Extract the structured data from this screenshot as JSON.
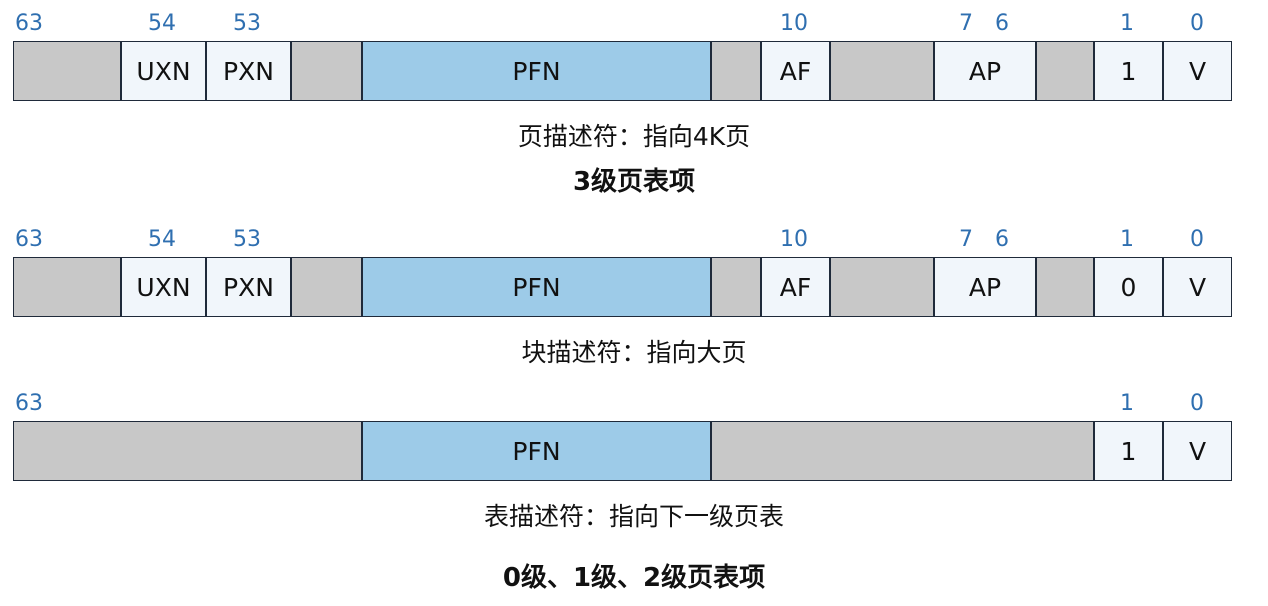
{
  "colors": {
    "bit_label": "#2f6fb0",
    "reserved": "#c8c8c8",
    "pfn": "#9dcbe8",
    "flag": "#f1f6fb",
    "border": "#1f2a3a"
  },
  "level3": {
    "bits": {
      "b63": "63",
      "b54": "54",
      "b53": "53",
      "b10": "10",
      "b7": "7",
      "b6": "6",
      "b1": "1",
      "b0": "0"
    },
    "fields": {
      "uxn": "UXN",
      "pxn": "PXN",
      "pfn": "PFN",
      "af": "AF",
      "ap": "AP",
      "bit1": "1",
      "valid": "V"
    },
    "caption": "页描述符：指向4K页",
    "heading": "3级页表项"
  },
  "block": {
    "bits": {
      "b63": "63",
      "b54": "54",
      "b53": "53",
      "b10": "10",
      "b7": "7",
      "b6": "6",
      "b1": "1",
      "b0": "0"
    },
    "fields": {
      "uxn": "UXN",
      "pxn": "PXN",
      "pfn": "PFN",
      "af": "AF",
      "ap": "AP",
      "bit1": "0",
      "valid": "V"
    },
    "caption": "块描述符：指向大页"
  },
  "table": {
    "bits": {
      "b63": "63",
      "b1": "1",
      "b0": "0"
    },
    "fields": {
      "pfn": "PFN",
      "bit1": "1",
      "valid": "V"
    },
    "caption": "表描述符：指向下一级页表",
    "heading": "0级、1级、2级页表项"
  }
}
